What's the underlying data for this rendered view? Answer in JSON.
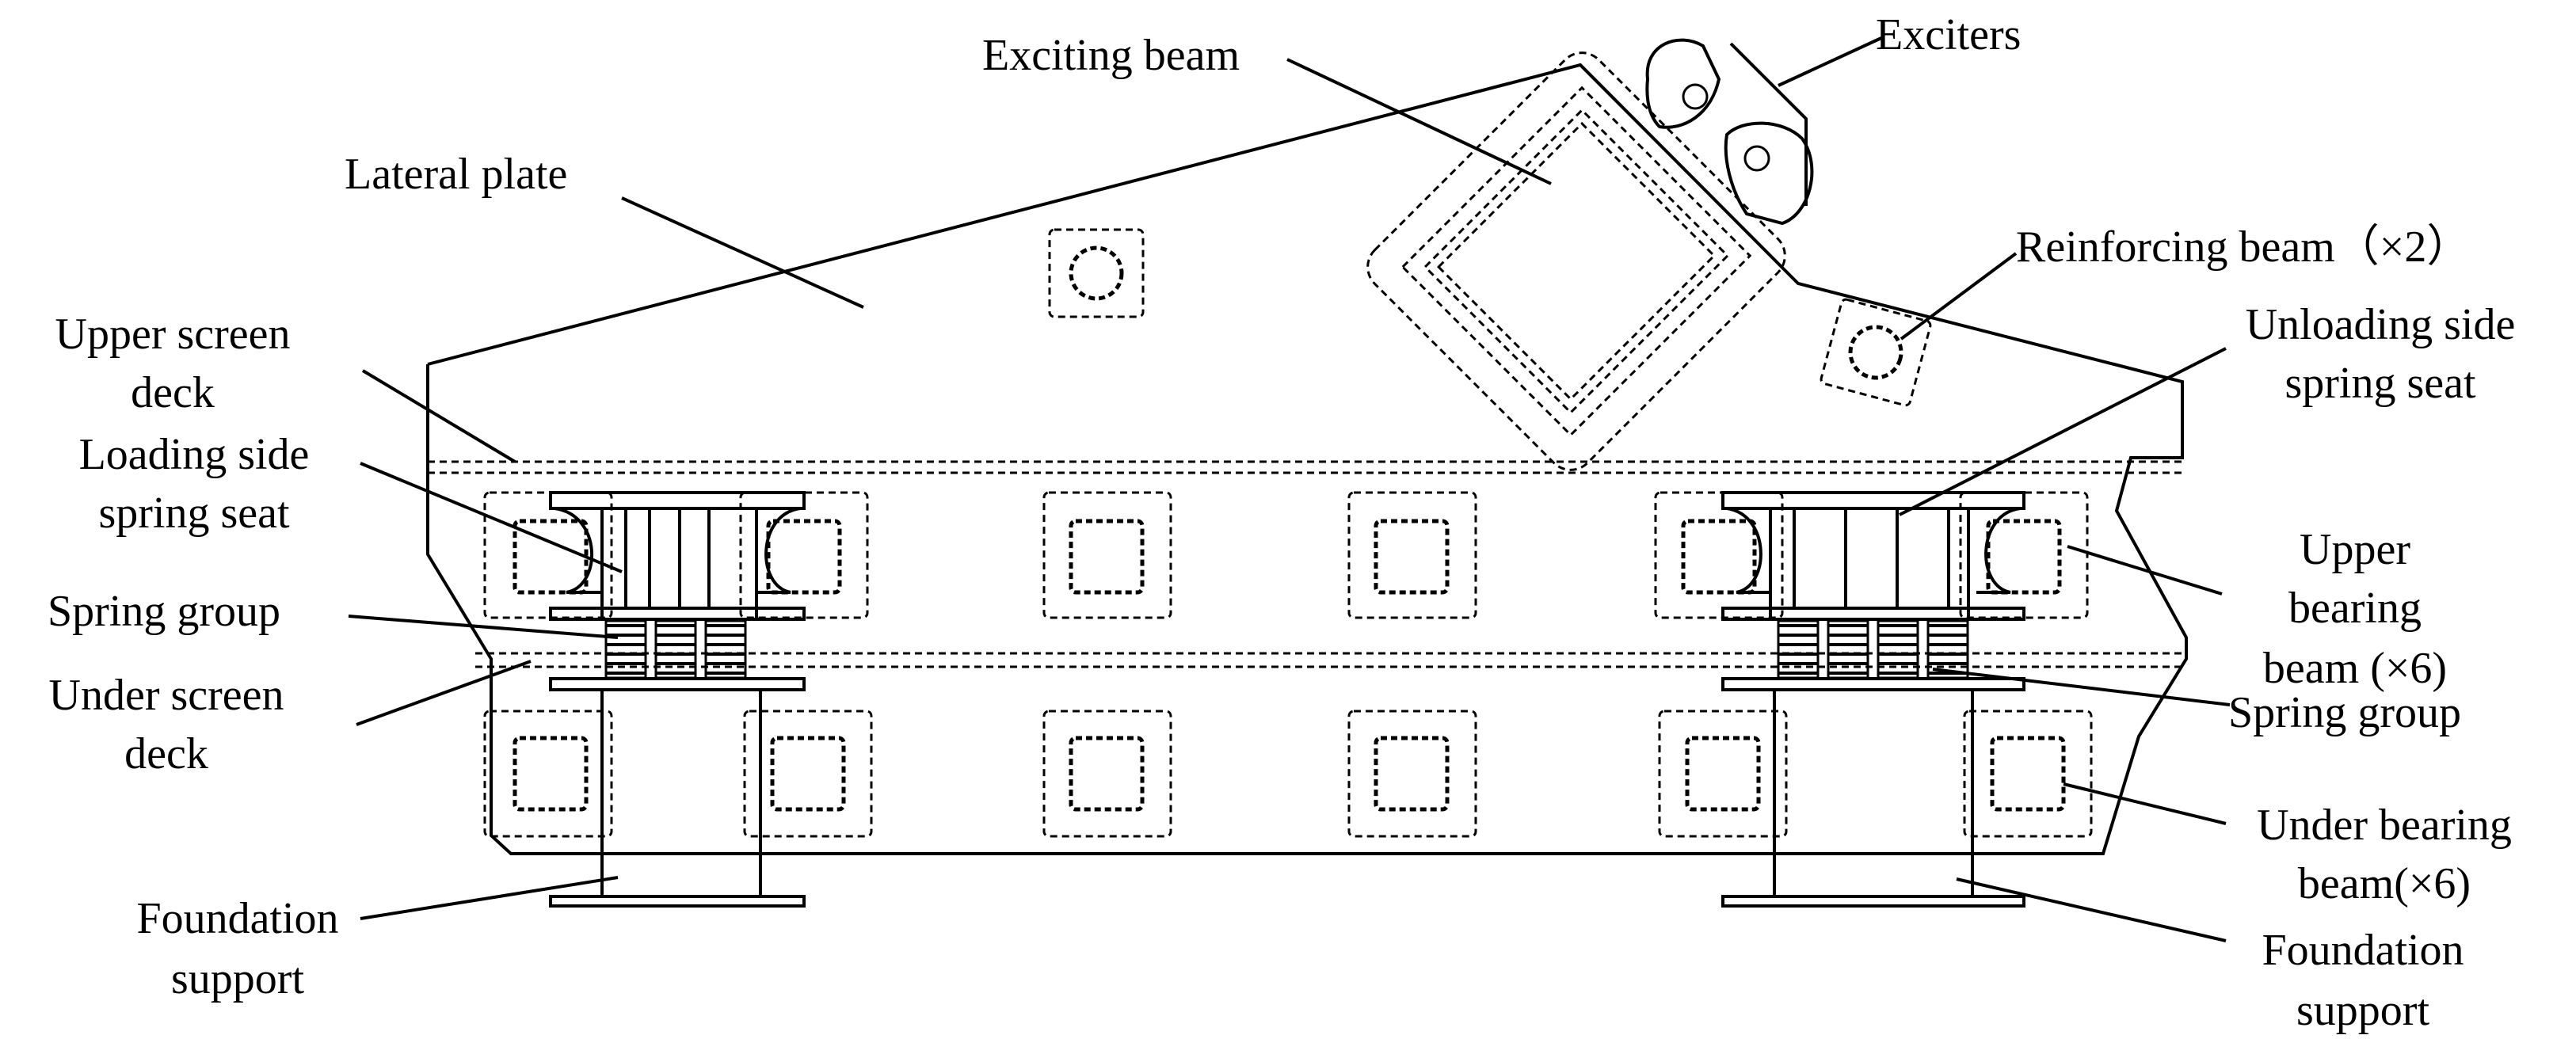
{
  "figure": {
    "labels": {
      "exciting_beam": "Exciting beam",
      "exciters": "Exciters",
      "lateral_plate": "Lateral plate",
      "reinforcing_beam": "Reinforcing beam（×2）",
      "upper_screen_deck": [
        "Upper screen",
        "deck"
      ],
      "unloading_side_spring_seat": [
        "Unloading side",
        "spring seat"
      ],
      "loading_side_spring_seat": [
        "Loading side",
        "spring seat"
      ],
      "spring_group_left": "Spring group",
      "upper_bearing_beam": [
        "Upper",
        "bearing",
        "beam (×6)"
      ],
      "under_screen_deck": [
        "Under screen",
        "deck"
      ],
      "spring_group_right": "Spring group",
      "under_bearing_beam": [
        "Under bearing",
        "beam(×6)"
      ],
      "foundation_support_left": [
        "Foundation",
        "support"
      ],
      "foundation_support_right": [
        "Foundation",
        "support"
      ]
    }
  }
}
